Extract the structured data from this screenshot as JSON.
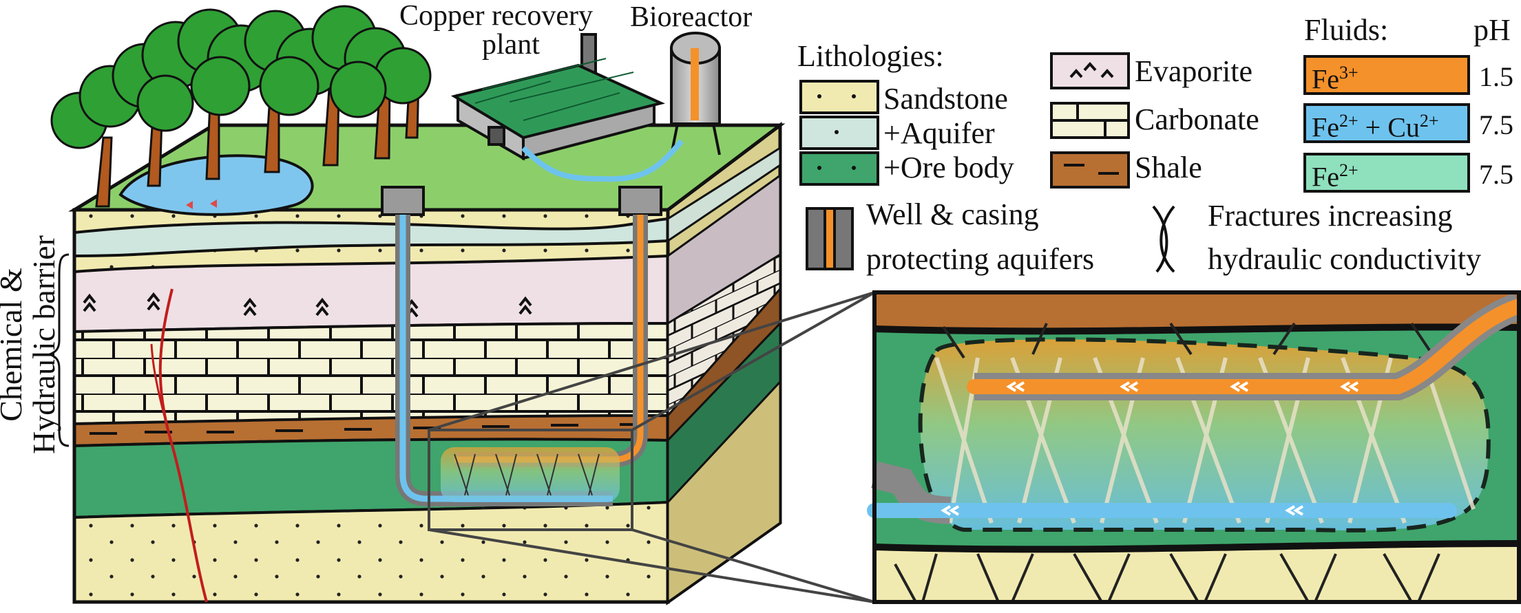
{
  "labels": {
    "copper_plant": [
      "Copper recovery",
      "plant"
    ],
    "bioreactor": "Bioreactor",
    "side_barrier": [
      "Chemical &",
      "Hydraulic barrier"
    ]
  },
  "lithologies": {
    "title": "Lithologies:",
    "items": [
      {
        "label": "Sandstone",
        "color": "#f1eab0"
      },
      {
        "label": "+Aquifer",
        "color": "#cfe6de"
      },
      {
        "label": "+Ore body",
        "color": "#3fa56c"
      }
    ],
    "items2": [
      {
        "label": "Evaporite",
        "color": "#efe0e6"
      },
      {
        "label": "Carbonate",
        "color": "#f6f4d8"
      },
      {
        "label": "Shale",
        "color": "#b86f32"
      }
    ]
  },
  "well": {
    "label1": "Well & casing",
    "label2": "protecting aquifers"
  },
  "fractures": {
    "label1": "Fractures increasing",
    "label2": "hydraulic conductivity"
  },
  "fluids": {
    "title": "Fluids:",
    "ph_title": "pH",
    "rows": [
      {
        "base": "Fe",
        "sup": "3+",
        "extra": "",
        "extra_sup": "",
        "ph": "1.5",
        "color": "#f5912a"
      },
      {
        "base": "Fe",
        "sup": "2+",
        "extra": "+ Cu",
        "extra_sup": "2+",
        "ph": "7.5",
        "color": "#6ec3ee"
      },
      {
        "base": "Fe",
        "sup": "2+",
        "extra": "",
        "extra_sup": "",
        "ph": "7.5",
        "color": "#8fe0bd"
      }
    ]
  },
  "colors": {
    "sandstone": "#f1eab0",
    "aquifer": "#cfe6de",
    "ore": "#3fa56c",
    "evaporite": "#efe0e6",
    "carbonate": "#f6f4d8",
    "shale": "#b86f32",
    "fe3": "#f5912a",
    "fe2cu": "#6ec3ee",
    "grass": "#8ccf6a",
    "water": "#7fc6ef",
    "roof": "#2f9a58",
    "tree": "#2fa034",
    "trunk": "#b25a1f"
  }
}
